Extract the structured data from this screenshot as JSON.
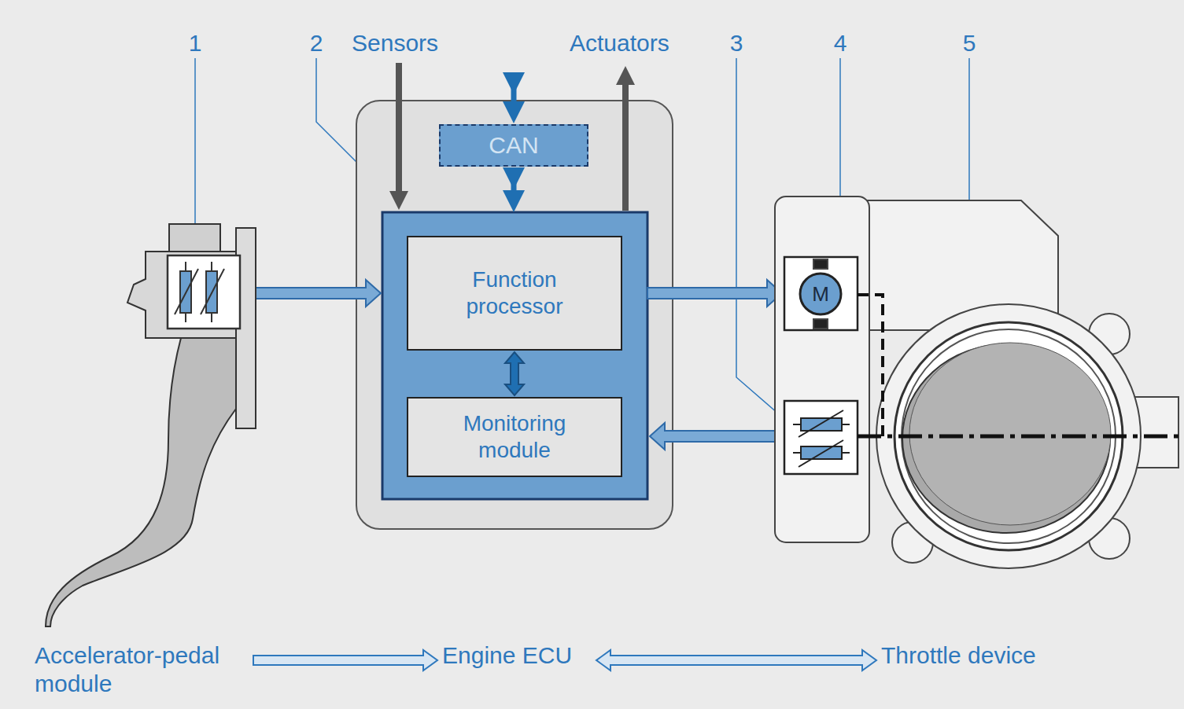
{
  "diagram": {
    "nodes": [
      {
        "text": [
          "CAN"
        ]
      },
      {
        "text": [
          "Function processor"
        ]
      },
      {
        "text": [
          "Monitoring module"
        ]
      },
      {
        "text": [
          "Accelerator-pedal module"
        ]
      },
      {
        "text": [
          "Engine ECU"
        ]
      },
      {
        "text": [
          "Throttle device"
        ]
      }
    ],
    "edges": [
      {
        "from": 1,
        "to": 2,
        "arrow": "both"
      },
      {
        "from": 3,
        "to": 4,
        "arrow": "to"
      },
      {
        "from": 4,
        "to": 5,
        "arrow": "both"
      }
    ],
    "labels": [
      "1",
      "2",
      "Sensors",
      "Actuators",
      "3",
      "4",
      "5",
      "M"
    ]
  }
}
